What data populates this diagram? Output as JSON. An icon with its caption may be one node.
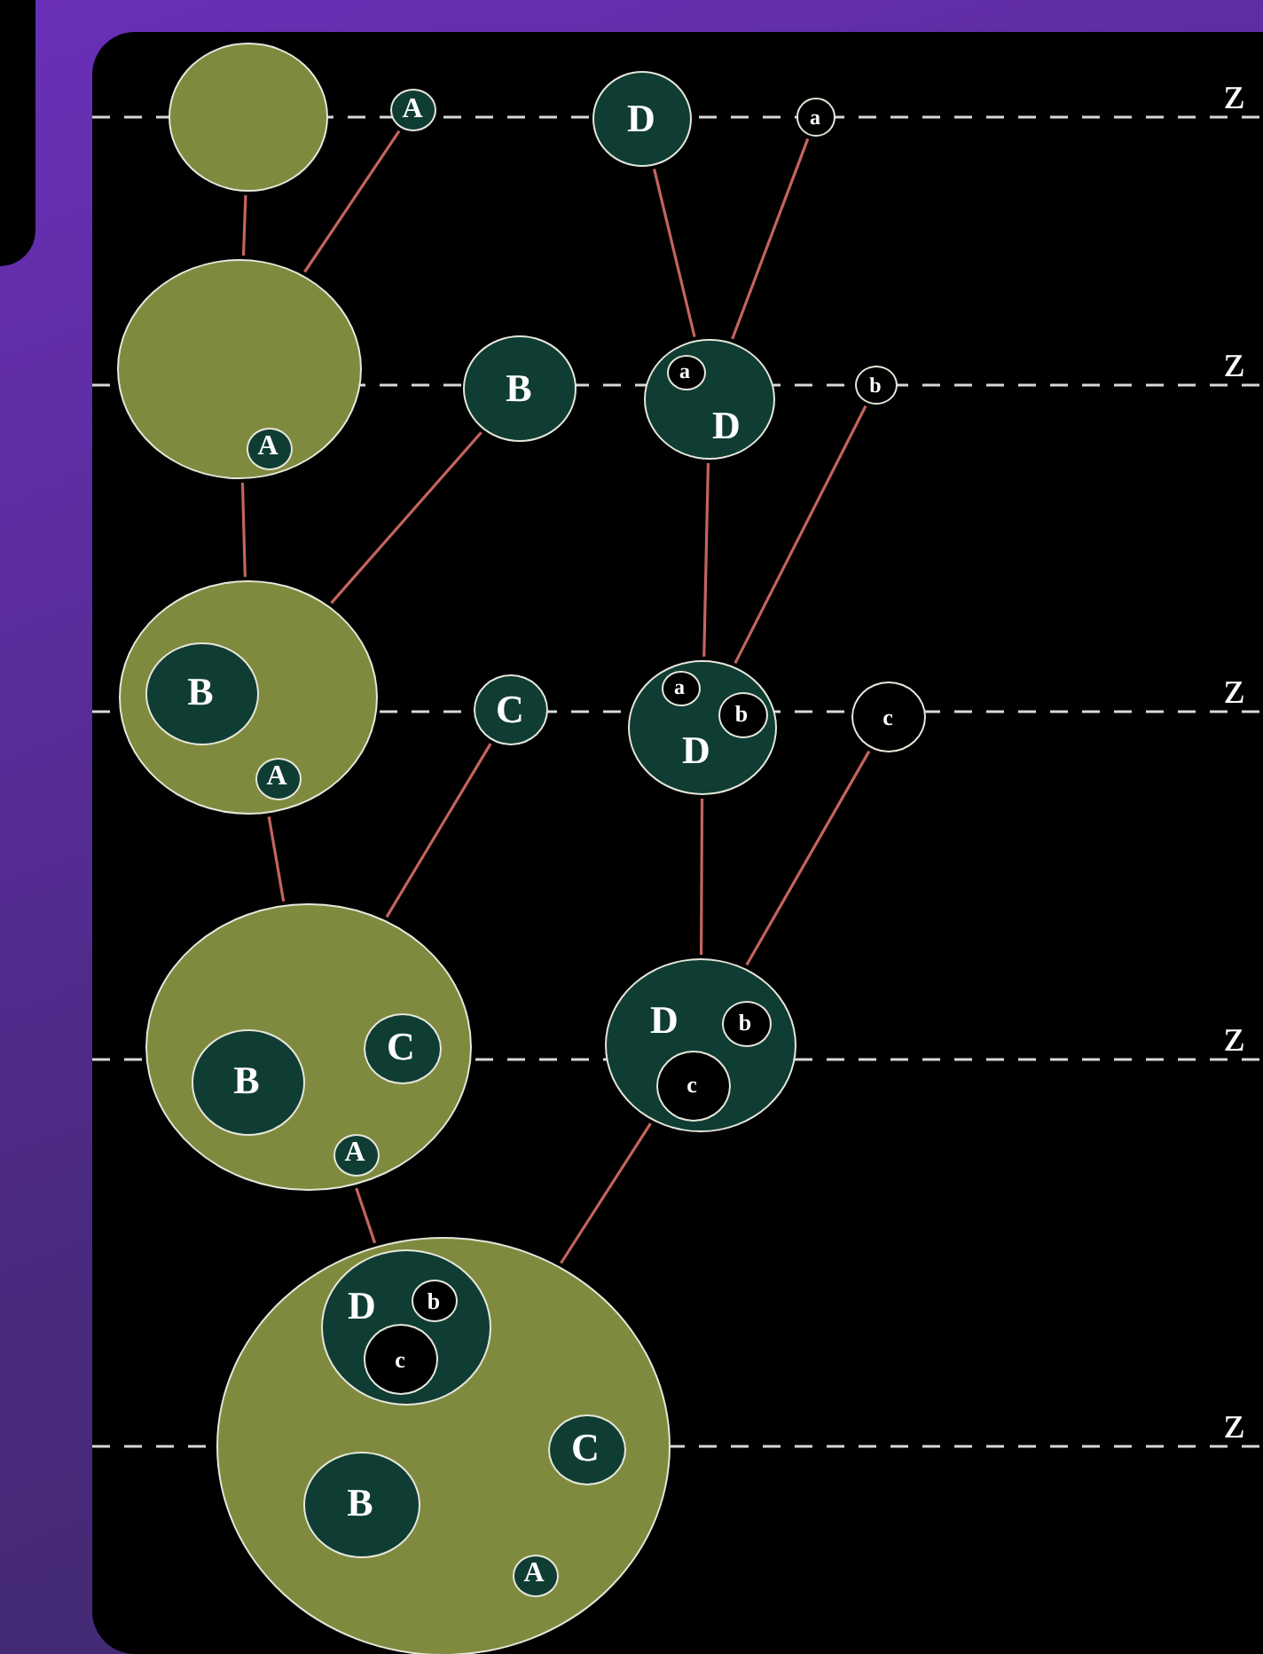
{
  "diagram": {
    "nodes": [
      {
        "text": [],
        "shape": "circle"
      },
      {
        "text": [
          "A"
        ]
      },
      {
        "text": [
          "D"
        ]
      },
      {
        "text": [
          "a"
        ]
      },
      {
        "text": [],
        "shape": "circle"
      },
      {
        "text": [
          "A"
        ],
        "in": 4
      },
      {
        "text": [
          "B"
        ]
      },
      {
        "text": [
          "D"
        ]
      },
      {
        "text": [
          "a"
        ],
        "in": 7
      },
      {
        "text": [
          "b"
        ]
      },
      {
        "text": [],
        "shape": "circle"
      },
      {
        "text": [
          "B"
        ],
        "in": 10
      },
      {
        "text": [
          "A"
        ],
        "in": 10
      },
      {
        "text": [
          "C"
        ]
      },
      {
        "text": [
          "D"
        ]
      },
      {
        "text": [
          "a"
        ],
        "in": 14
      },
      {
        "text": [
          "b"
        ],
        "in": 14
      },
      {
        "text": [
          "c"
        ]
      },
      {
        "text": [],
        "shape": "circle"
      },
      {
        "text": [
          "B"
        ],
        "in": 18
      },
      {
        "text": [
          "C"
        ],
        "in": 18
      },
      {
        "text": [
          "A"
        ],
        "in": 18
      },
      {
        "text": [
          "D"
        ]
      },
      {
        "text": [
          "b"
        ],
        "in": 22
      },
      {
        "text": [
          "c"
        ],
        "in": 22
      },
      {
        "text": [],
        "shape": "circle"
      },
      {
        "text": [
          "D"
        ],
        "in": 25
      },
      {
        "text": [
          "b"
        ],
        "in": 26
      },
      {
        "text": [
          "c"
        ],
        "in": 26
      },
      {
        "text": [
          "C"
        ],
        "in": 25
      },
      {
        "text": [
          "B"
        ],
        "in": 25
      },
      {
        "text": [
          "A"
        ],
        "in": 25
      }
    ],
    "edges": [
      {
        "from": 0,
        "to": 4,
        "arrow": "none"
      },
      {
        "from": 1,
        "to": 4,
        "arrow": "none"
      },
      {
        "from": 2,
        "to": 7,
        "arrow": "none"
      },
      {
        "from": 3,
        "to": 7,
        "arrow": "none"
      },
      {
        "from": 4,
        "to": 10,
        "arrow": "none"
      },
      {
        "from": 6,
        "to": 10,
        "arrow": "none"
      },
      {
        "from": 7,
        "to": 14,
        "arrow": "none"
      },
      {
        "from": 9,
        "to": 14,
        "arrow": "none"
      },
      {
        "from": 10,
        "to": 18,
        "arrow": "none"
      },
      {
        "from": 13,
        "to": 18,
        "arrow": "none"
      },
      {
        "from": 14,
        "to": 22,
        "arrow": "none"
      },
      {
        "from": 17,
        "to": 22,
        "arrow": "none"
      },
      {
        "from": 18,
        "to": 25,
        "arrow": "none"
      },
      {
        "from": 22,
        "to": 25,
        "arrow": "none"
      }
    ],
    "labels": [
      "z",
      "z",
      "z",
      "z",
      "z"
    ]
  }
}
